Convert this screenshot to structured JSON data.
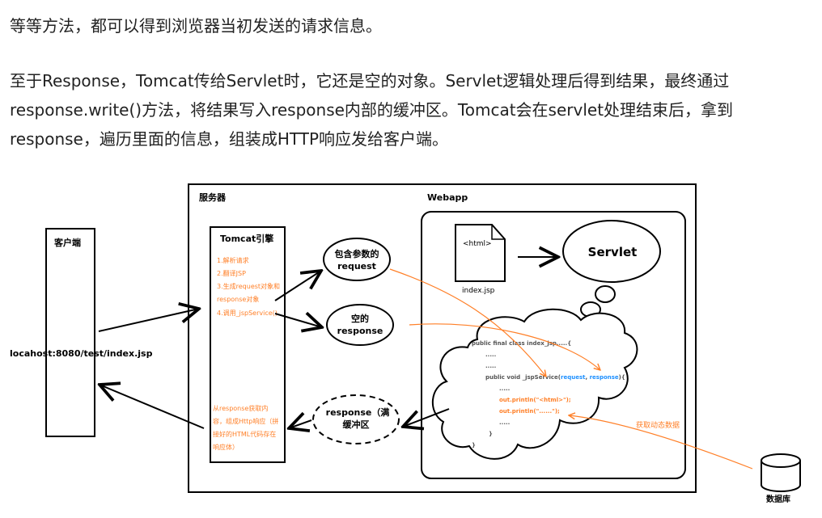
{
  "article": {
    "paragraph1": "等等方法，都可以得到浏览器当初发送的请求信息。",
    "paragraph2": "至于Response，Tomcat传给Servlet时，它还是空的对象。Servlet逻辑处理后得到结果，最终通过response.write()方法，将结果写入response内部的缓冲区。Tomcat会在servlet处理结束后，拿到response，遍历里面的信息，组装成HTTP响应发给客户端。"
  },
  "diagram": {
    "client_title": "客户端",
    "client_url": "locahost:8080/test/index.jsp",
    "server_title": "服务器",
    "webapp_title": "Webapp",
    "tomcat_title": "Tomcat引擎",
    "tomcat_steps": [
      "1.解析请求",
      "2.翻译JSP",
      "3.生成request对象和",
      "response对象",
      "4.调用_jspService()"
    ],
    "tomcat_response_note": [
      "从response获取内",
      "容，组成Http响应（拼",
      "接好的HTML代码存在",
      "响应体）"
    ],
    "request_ellipse": [
      "包含参数的",
      "request"
    ],
    "response_ellipse": [
      "空的",
      "response"
    ],
    "buffer_ellipse": [
      "response（满",
      "缓冲区"
    ],
    "html_file_tag": "<html>",
    "html_file_name": "index.jsp",
    "servlet_label": "Servlet",
    "code_lines": [
      "public final class index_jsp.....{",
      ".....",
      ".....",
      "public void _jspService(",
      "request",
      ", ",
      "response",
      "){",
      ".....",
      "out.println(\"<html>\");",
      "out.println(\"......\");",
      ".....",
      "}",
      "}"
    ],
    "dynamic_data_label": "获取动态数据",
    "database_label": "数据库",
    "colors": {
      "orange": "#ff7f27",
      "blue": "#1e90ff",
      "black": "#000000"
    }
  }
}
